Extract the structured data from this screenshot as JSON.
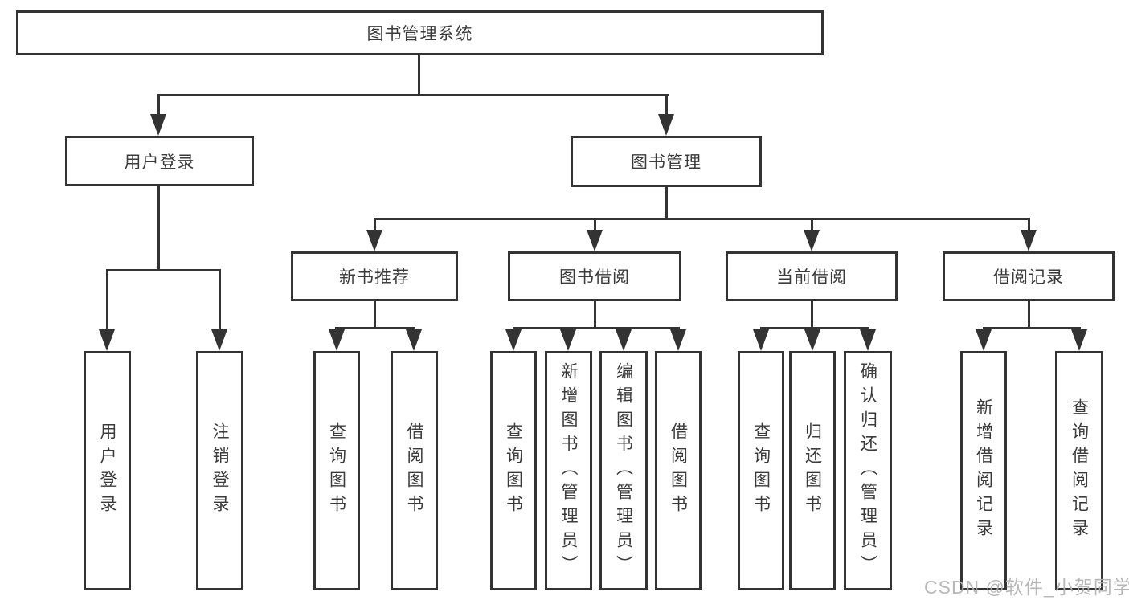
{
  "title": {
    "label": "图书管理系统"
  },
  "level2": [
    {
      "label": "用户登录"
    },
    {
      "label": "图书管理"
    }
  ],
  "level3": [
    {
      "label": "新书推荐"
    },
    {
      "label": "图书借阅"
    },
    {
      "label": "当前借阅"
    },
    {
      "label": "借阅记录"
    }
  ],
  "leaves": {
    "login": [
      {
        "label": "用户登录"
      },
      {
        "label": "注销登录"
      }
    ],
    "recommend": [
      {
        "label": "查询图书"
      },
      {
        "label": "借阅图书"
      }
    ],
    "borrow": [
      {
        "label": "查询图书"
      },
      {
        "label": "新增图书（管理员）"
      },
      {
        "label": "编辑图书（管理员）"
      },
      {
        "label": "借阅图书"
      }
    ],
    "current": [
      {
        "label": "查询图书"
      },
      {
        "label": "归还图书"
      },
      {
        "label": "确认归还（管理员）"
      }
    ],
    "records": [
      {
        "label": "新增借阅记录"
      },
      {
        "label": "查询借阅记录"
      }
    ]
  },
  "watermark": "CSDN @软件_小贺同学",
  "colors": {
    "line": "#333333",
    "text": "#3b3b3b",
    "watermark_text": "#b2b2b2",
    "background": "#ffffff"
  }
}
